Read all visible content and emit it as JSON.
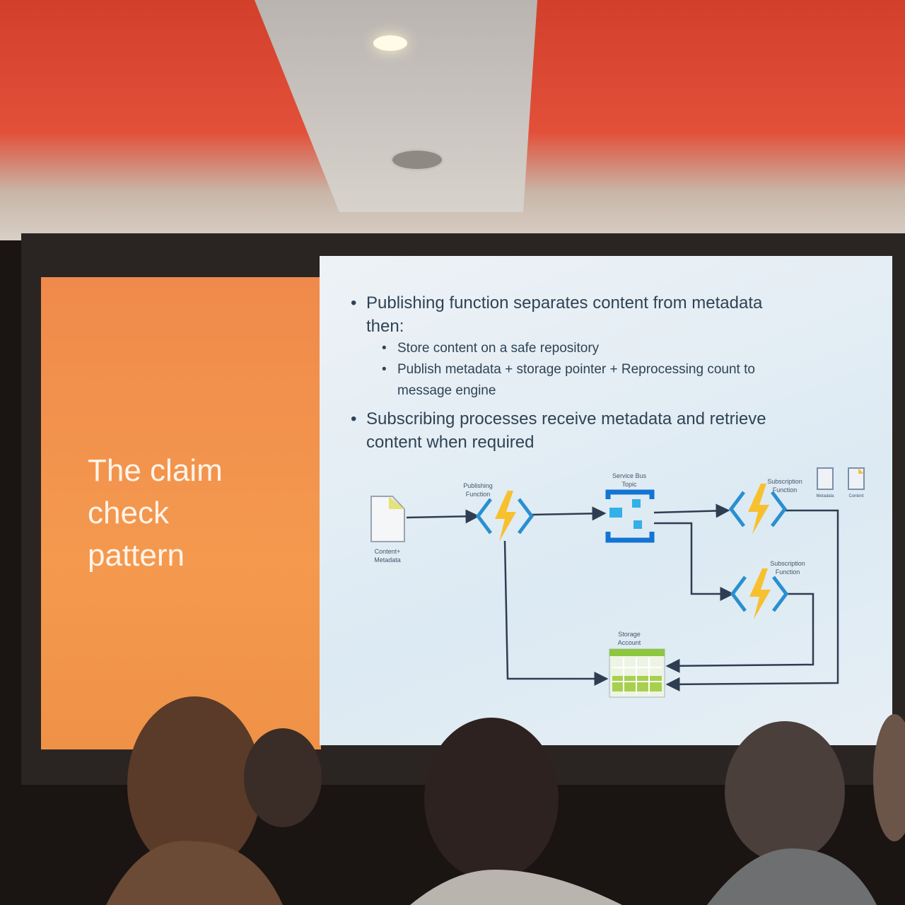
{
  "slide": {
    "title": "The claim check pattern",
    "title_lines": [
      "The claim",
      "check",
      "pattern"
    ],
    "bullets": [
      {
        "text_lines": [
          "Publishing function separates content from metadata",
          "then:"
        ],
        "sub": [
          {
            "text_lines": [
              "Store content on a safe repository"
            ]
          },
          {
            "text_lines": [
              "Publish metadata + storage pointer + Reprocessing count to",
              "message engine"
            ]
          }
        ]
      },
      {
        "text_lines": [
          "Subscribing processes receive metadata and retrieve",
          "content when required"
        ],
        "sub": []
      }
    ]
  },
  "diagram": {
    "content_metadata": [
      "Content+",
      "Metadata"
    ],
    "publishing_function": [
      "Publishing",
      "Function"
    ],
    "service_bus_topic": [
      "Service Bus",
      "Topic"
    ],
    "subscription_function_1": [
      "Subscription",
      "Function"
    ],
    "subscription_function_2": [
      "Subscription",
      "Function"
    ],
    "legend_metadata": "Metadata",
    "legend_content": "Content",
    "storage_account": [
      "Storage",
      "Account"
    ],
    "colors": {
      "function_bolt": "#f7c02f",
      "bracket": "#2a8fd0",
      "bus": "#1474d4",
      "storage": "#8dc63f",
      "line": "#2f3d52"
    }
  }
}
